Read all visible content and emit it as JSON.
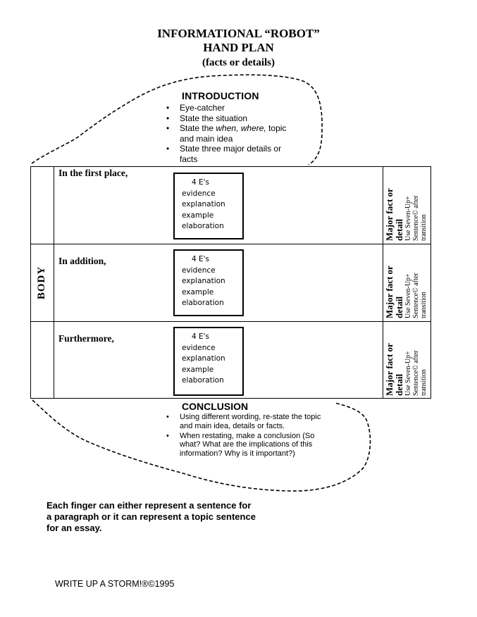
{
  "title": {
    "line1": "INFORMATIONAL “ROBOT”",
    "line2": "HAND PLAN",
    "line3": "(facts or details)"
  },
  "introduction": {
    "heading": "INTRODUCTION",
    "items": [
      "Eye-catcher",
      "State the situation",
      "State the when, where, topic and main idea",
      "State three major details or facts"
    ]
  },
  "body": {
    "label": "BODY",
    "rows": [
      {
        "transition": "In the first place,",
        "box_title": "4 E's",
        "box_items": [
          "evidence",
          "explanation",
          "example",
          "elaboration"
        ],
        "side_major": "Major fact or detail",
        "side_note": "Use Seven-Up+ Sentence© after transition"
      },
      {
        "transition": "In addition,",
        "box_title": "4 E's",
        "box_items": [
          "evidence",
          "explanation",
          "example",
          "elaboration"
        ],
        "side_major": "Major fact or detail",
        "side_note": "Use Seven-Up+ Sentence© after transition"
      },
      {
        "transition": "Furthermore,",
        "box_title": "4 E's",
        "box_items": [
          "evidence",
          "explanation",
          "example",
          "elaboration"
        ],
        "side_major": "Major fact or detail",
        "side_note": "Use Seven-Up+ Sentence© after transition"
      }
    ]
  },
  "conclusion": {
    "heading": "CONCLUSION",
    "items": [
      "Using different wording, re-state the topic and main idea, details or facts.",
      "When restating, make a conclusion (So what? What are the implications of this information? Why is it important?)"
    ]
  },
  "note": "Each finger can either represent a sentence for a paragraph or it can represent a topic sentence for an essay.",
  "footer": "WRITE UP A STORM!®©1995"
}
